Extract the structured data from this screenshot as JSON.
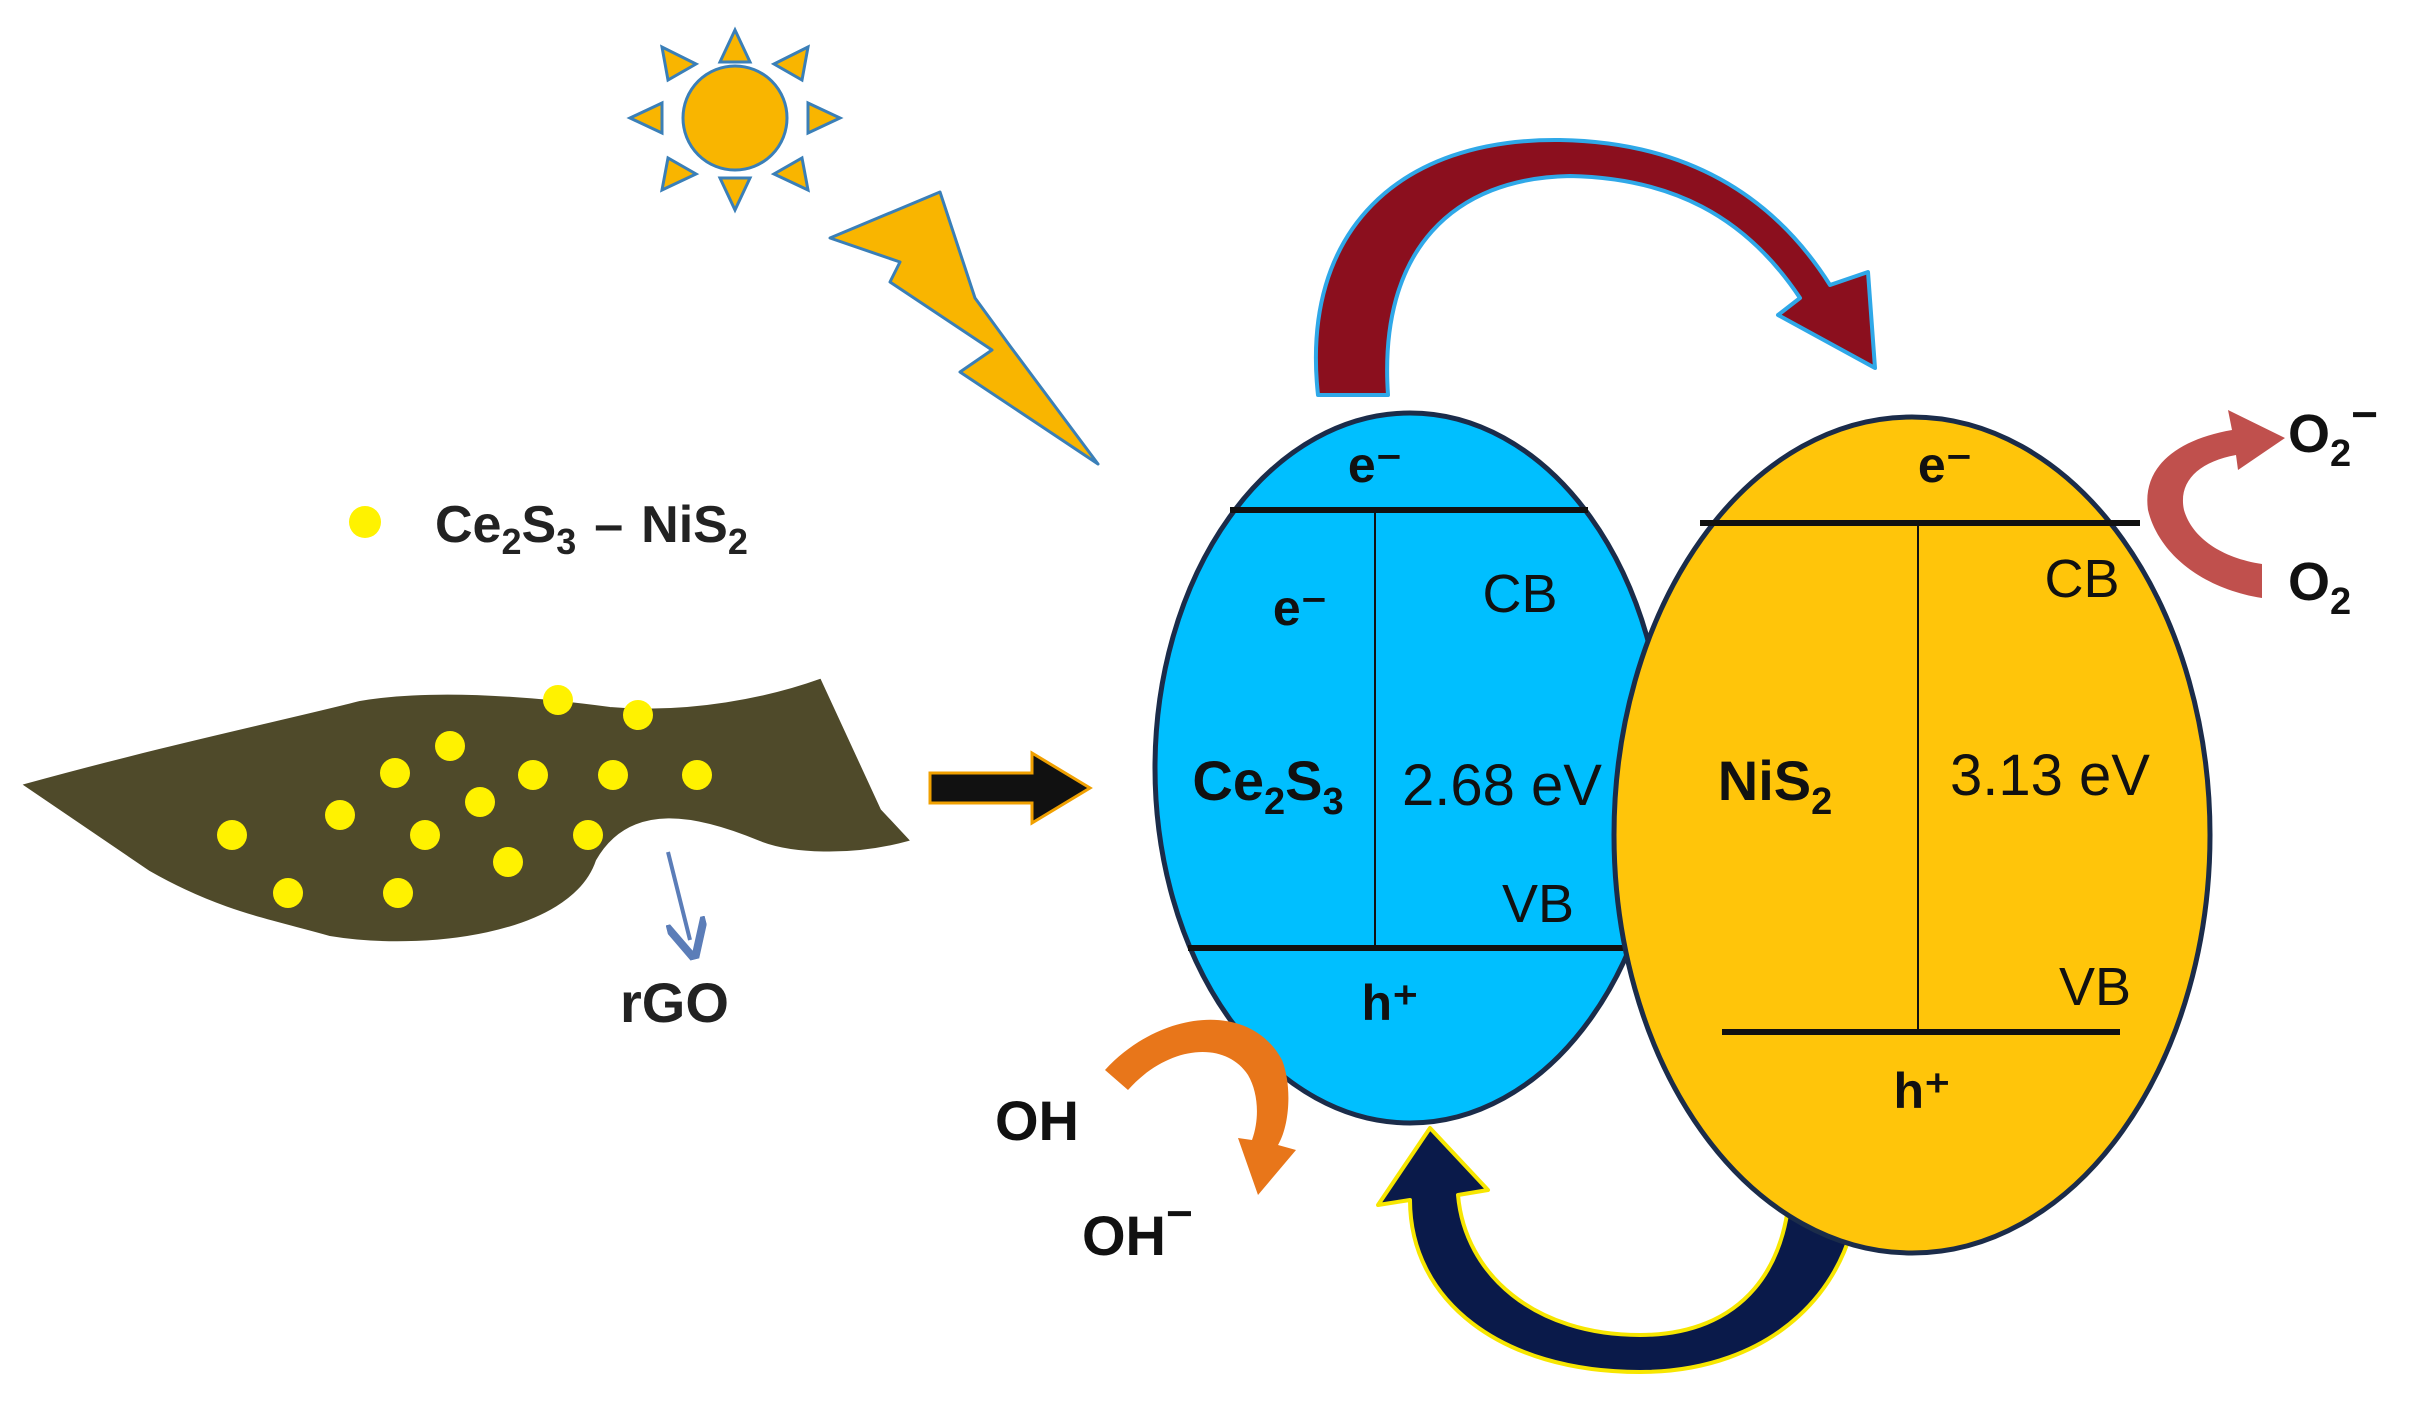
{
  "legend": {
    "formula_main_1": "Ce",
    "formula_sub_1": "2",
    "formula_main_2": "S",
    "formula_sub_2": "3",
    "formula_dash": "–",
    "formula_main_3": "NiS",
    "formula_sub_3": "2"
  },
  "support": {
    "label": "rGO"
  },
  "left_particle": {
    "electron_top": "e⁻",
    "electron_mid": "e⁻",
    "cb": "CB",
    "vb": "VB",
    "name_main_1": "Ce",
    "name_sub_1": "2",
    "name_main_2": "S",
    "name_sub_2": "3",
    "band_gap": "2.68 eV",
    "hole": "h⁺"
  },
  "right_particle": {
    "electron_top": "e⁻",
    "cb": "CB",
    "vb": "VB",
    "name_main": "NiS",
    "name_sub": "2",
    "band_gap": "3.13 eV",
    "hole": "h⁺"
  },
  "reactions": {
    "oxygen_in_main": "O",
    "oxygen_in_sub": "2",
    "oxygen_out_main": "O",
    "oxygen_out_sub": "2",
    "oxygen_out_sup": "−",
    "hydroxyl_in": "OH",
    "hydroxyl_out_main": "OH",
    "hydroxyl_out_sup": "−"
  },
  "colors": {
    "left_particle_fill": "#00BFFF",
    "right_particle_fill": "#FFC50A",
    "sun_fill": "#F9B500",
    "sheet_fill": "#4F4A2A",
    "dot_fill": "#FFF200",
    "electron_transfer_arrow": "#8B0F1E",
    "hole_transfer_arrow": "#0A1A4A",
    "hydroxyl_arrow": "#E8761A",
    "oxygen_arrow": "#C0504D"
  }
}
